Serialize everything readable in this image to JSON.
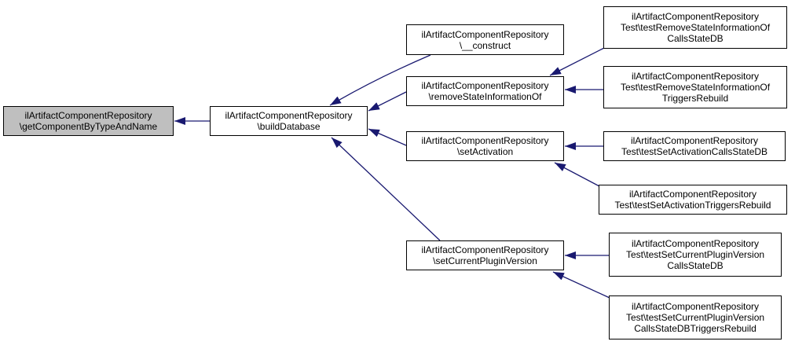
{
  "diagram": {
    "type": "call-graph",
    "background_color": "#ffffff",
    "edge_color": "#191970",
    "node_border_color": "#000000",
    "node_fill": "#ffffff",
    "highlighted_node_fill": "#bfbfbf",
    "nodes": {
      "getComponentByTypeAndName": {
        "lines": [
          "ilArtifactComponentRepository",
          "\\getComponentByTypeAndName"
        ],
        "highlighted": true
      },
      "buildDatabase": {
        "lines": [
          "ilArtifactComponentRepository",
          "\\buildDatabase"
        ],
        "highlighted": false
      },
      "__construct": {
        "lines": [
          "ilArtifactComponentRepository",
          "\\__construct"
        ],
        "highlighted": false
      },
      "removeStateInformationOf": {
        "lines": [
          "ilArtifactComponentRepository",
          "\\removeStateInformationOf"
        ],
        "highlighted": false
      },
      "setActivation": {
        "lines": [
          "ilArtifactComponentRepository",
          "\\setActivation"
        ],
        "highlighted": false
      },
      "setCurrentPluginVersion": {
        "lines": [
          "ilArtifactComponentRepository",
          "\\setCurrentPluginVersion"
        ],
        "highlighted": false
      },
      "testRemoveStateInformationOfCallsStateDB": {
        "lines": [
          "ilArtifactComponentRepository",
          "Test\\testRemoveStateInformationOf",
          "CallsStateDB"
        ],
        "highlighted": false
      },
      "testRemoveStateInformationOfTriggersRebuild": {
        "lines": [
          "ilArtifactComponentRepository",
          "Test\\testRemoveStateInformationOf",
          "TriggersRebuild"
        ],
        "highlighted": false
      },
      "testSetActivationCallsStateDB": {
        "lines": [
          "ilArtifactComponentRepository",
          "Test\\testSetActivationCallsStateDB"
        ],
        "highlighted": false
      },
      "testSetActivationTriggersRebuild": {
        "lines": [
          "ilArtifactComponentRepository",
          "Test\\testSetActivationTriggersRebuild"
        ],
        "highlighted": false
      },
      "testSetCurrentPluginVersionCallsStateDB": {
        "lines": [
          "ilArtifactComponentRepository",
          "Test\\testSetCurrentPluginVersion",
          "CallsStateDB"
        ],
        "highlighted": false
      },
      "testSetCurrentPluginVersionCallsStateDBTriggersRebuild": {
        "lines": [
          "ilArtifactComponentRepository",
          "Test\\testSetCurrentPluginVersion",
          "CallsStateDBTriggersRebuild"
        ],
        "highlighted": false
      }
    },
    "edges": [
      {
        "from": "buildDatabase",
        "to": "getComponentByTypeAndName"
      },
      {
        "from": "__construct",
        "to": "buildDatabase"
      },
      {
        "from": "removeStateInformationOf",
        "to": "buildDatabase"
      },
      {
        "from": "setActivation",
        "to": "buildDatabase"
      },
      {
        "from": "setCurrentPluginVersion",
        "to": "buildDatabase"
      },
      {
        "from": "testRemoveStateInformationOfCallsStateDB",
        "to": "removeStateInformationOf"
      },
      {
        "from": "testRemoveStateInformationOfTriggersRebuild",
        "to": "removeStateInformationOf"
      },
      {
        "from": "testSetActivationCallsStateDB",
        "to": "setActivation"
      },
      {
        "from": "testSetActivationTriggersRebuild",
        "to": "setActivation"
      },
      {
        "from": "testSetCurrentPluginVersionCallsStateDB",
        "to": "setCurrentPluginVersion"
      },
      {
        "from": "testSetCurrentPluginVersionCallsStateDBTriggersRebuild",
        "to": "setCurrentPluginVersion"
      }
    ]
  }
}
